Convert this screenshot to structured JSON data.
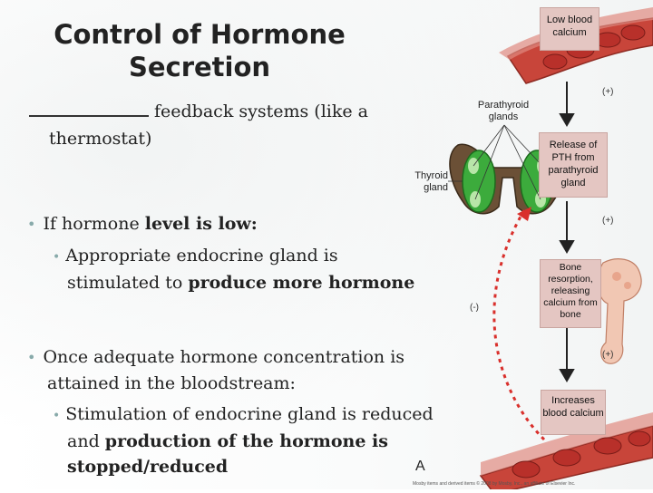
{
  "slide": {
    "title_line1": "Control of Hormone",
    "title_line2": "Secretion",
    "intro_text": "feedback systems (like a thermostat)",
    "bullet1": {
      "prefix": "If hormone ",
      "bold": "level is low:",
      "sub_prefix": "Appropriate endocrine gland is stimulated to ",
      "sub_bold": "produce more hormone"
    },
    "bullet2": {
      "text": "Once adequate hormone concentration is attained in the bloodstream:",
      "sub_prefix": "Stimulation of endocrine gland is reduced and ",
      "sub_bold": "production of the hormone is stopped/reduced"
    }
  },
  "diagram": {
    "box_low_calcium": "Low blood calcium",
    "box_release_pth": "Release of PTH from parathyroid gland",
    "box_bone": "Bone resorption, releasing calcium from bone",
    "box_increase": "Increases blood calcium",
    "label_parathyroid": "Parathyroid glands",
    "label_thyroid": "Thyroid gland",
    "plus1": "(+)",
    "plus2": "(+)",
    "plus3": "(+)",
    "minus": "(-)",
    "figure_letter": "A",
    "credit": "Mosby items and derived items © 2008 by Mosby, Inc., an affiliate of Elsevier Inc.",
    "colors": {
      "box": "#e4c6c2",
      "vessel": "#c0392b",
      "gland_green": "#3cab3c",
      "thyroid_brown": "#7a5a3a",
      "feedback_arrow": "#d9302c"
    }
  }
}
